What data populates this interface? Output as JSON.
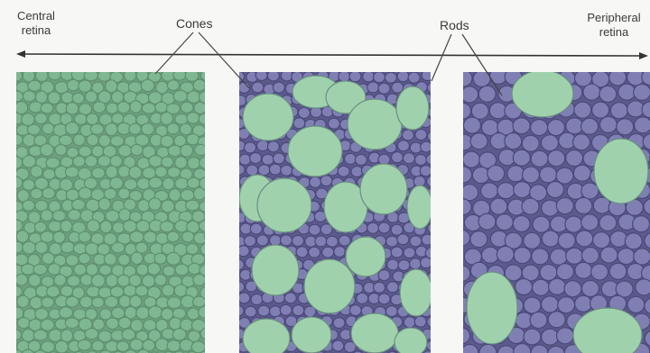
{
  "labels": {
    "central": [
      "Central",
      "retina"
    ],
    "peripheral": [
      "Peripheral",
      "retina"
    ],
    "cones": "Cones",
    "rods": "Rods"
  },
  "colors": {
    "background": "#f7f7f6",
    "cone_fill": "#9fd1ad",
    "cone_dense_fill": "#7fb792",
    "rod_fill": "#7f7fb4",
    "rod_bg": "#5c5a8c",
    "central_bg": "#6e9f7f",
    "text": "#3a3a3a",
    "line": "#333333"
  },
  "icons": {
    "axis_left": "arrow-left-icon",
    "axis_right": "arrow-right-icon"
  }
}
